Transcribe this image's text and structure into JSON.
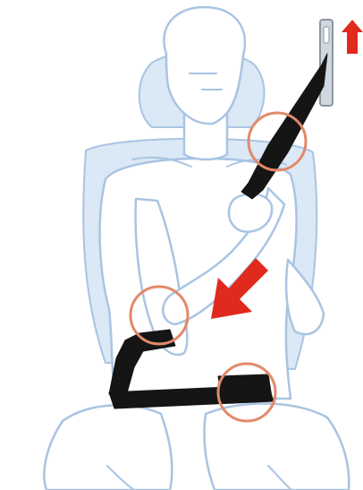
{
  "figure": {
    "subject": "seatbelt-wearing-diagram",
    "colors": {
      "seat_fill": "#dbe8f5",
      "seat_stroke": "#a9c4e3",
      "body_stroke": "#a9c4e3",
      "body_fill": "#ffffff",
      "belt": "#151515",
      "highlight_circle": "#e2896a",
      "arrow": "#e02a1d",
      "anchor_fill": "#cfd8e0",
      "anchor_stroke": "#8c969e"
    },
    "icons": [
      "seatbelt-anchor-icon",
      "up-arrow-icon",
      "down-left-arrow-icon",
      "shoulder-check-circle",
      "hip-check-circle",
      "lap-check-circle"
    ]
  }
}
